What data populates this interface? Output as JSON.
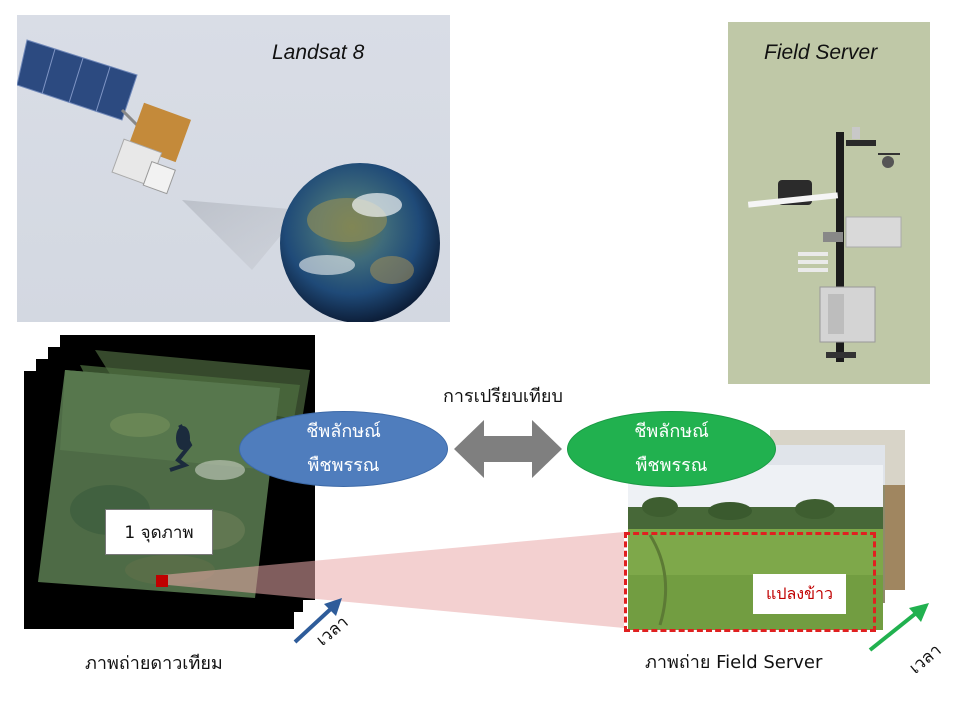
{
  "landsat": {
    "title": "Landsat 8"
  },
  "field_server": {
    "title": "Field Server"
  },
  "comparison": {
    "label": "การเปรียบเทียบ"
  },
  "satellite_index": {
    "line1": "ชีพลักษณ์",
    "line2": "พืชพรรณ"
  },
  "field_index": {
    "line1": "ชีพลักษณ์",
    "line2": "พืชพรรณ"
  },
  "pixel_label": "1 จุดภาพ",
  "rice_plot_label": "แปลงข้าว",
  "satellite_caption": "ภาพถ่ายดาวเทียม",
  "field_caption": "ภาพถ่าย Field Server",
  "time_label_left": "เวลา",
  "time_label_right": "เวลา",
  "colors": {
    "blue_ellipse": "#4f7dbd",
    "green_ellipse": "#21b14f",
    "landsat_panel": "#d6dbe4",
    "field_server_panel": "#bfc8a7",
    "rice_plot_border": "#e02020",
    "arrow_gray": "#7f7f7f"
  }
}
